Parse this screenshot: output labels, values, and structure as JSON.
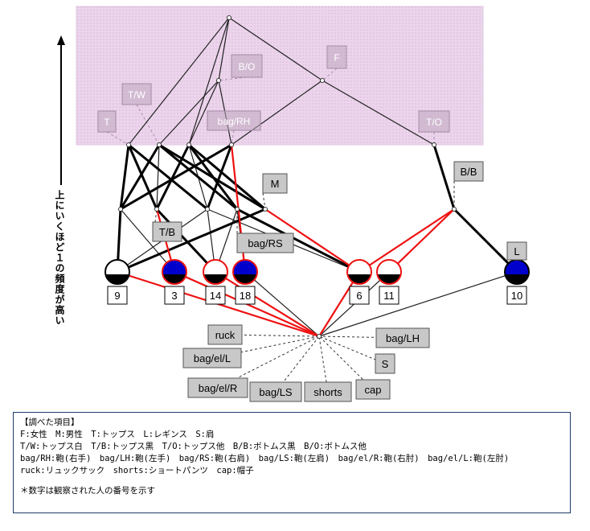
{
  "y_axis_label": "上にいくほど１の頻度が高い",
  "pink_labels": [
    "T",
    "T/W",
    "B/O",
    "F",
    "bag/RH",
    "T/O"
  ],
  "gray_labels": [
    "M",
    "B/B",
    "T/B",
    "bag/RS",
    "L",
    "ruck",
    "bag/LH",
    "bag/el/L",
    "S",
    "bag/el/R",
    "bag/LS",
    "shorts",
    "cap"
  ],
  "observations": [
    "9",
    "3",
    "14",
    "18",
    "6",
    "11",
    "10"
  ],
  "colors": {
    "region_fill": "#ecd5ec",
    "red_edge": "#ee1111",
    "label_fill": "#c8c8c8",
    "blue_fill": "#0000cc",
    "legend_border": "#1f3b6a"
  },
  "legend": {
    "title": "【調べた項目】",
    "lines": [
      "F:女性　M:男性　T:トップス　L:レギンス　S:肩",
      "T/W:トップス白　T/B:トップス黒　T/O:トップス他　B/B:ボトムス黒　B/O:ボトムス他",
      "bag/RH:鞄(右手)　bag/LH:鞄(左手)　bag/RS:鞄(右肩)　bag/LS:鞄(左肩)　bag/el/R:鞄(右肘)　bag/el/L:鞄(左肘)",
      "ruck:リュックサック　shorts:ショートパンツ　cap:帽子"
    ],
    "note": "＊数字は観察された人の番号を示す"
  }
}
